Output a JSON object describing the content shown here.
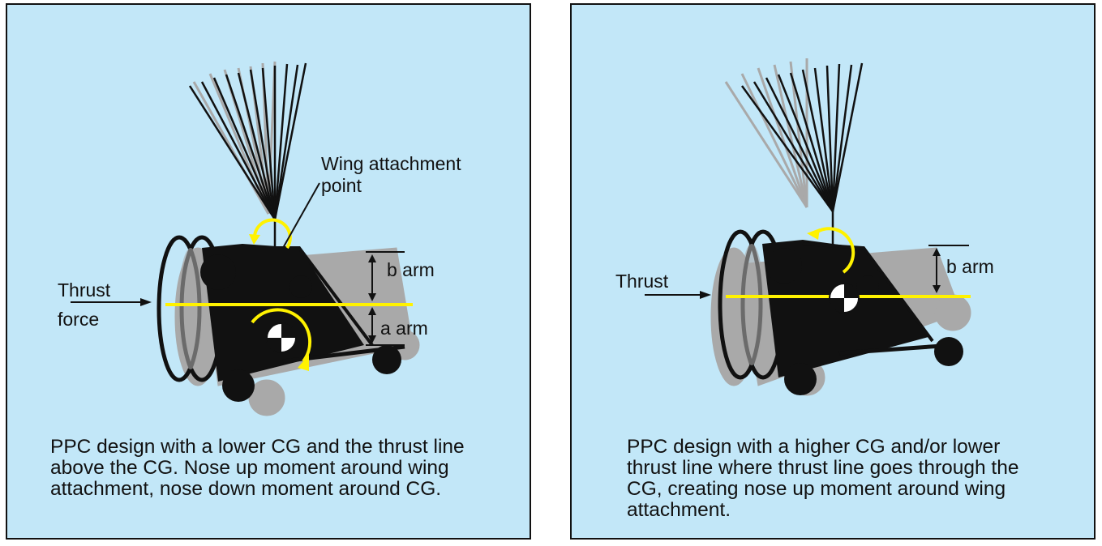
{
  "left_panel": {
    "labels": {
      "wing_line1": "Wing attachment",
      "wing_line2": "point",
      "thrust_line1": "Thrust",
      "thrust_line2": "force",
      "b_arm": "b arm",
      "a_arm": "a arm"
    },
    "caption": [
      "PPC design with a lower CG and the thrust line",
      "above the CG. Nose up moment around wing",
      "attachment, nose down moment around CG."
    ]
  },
  "right_panel": {
    "labels": {
      "thrust": "Thrust",
      "b_arm": "b arm"
    },
    "caption": [
      "PPC design with a higher CG and/or lower",
      "thrust line where thrust line goes through the",
      "CG, creating nose up moment around wing",
      "attachment."
    ]
  },
  "colors": {
    "background": "#c2e7f8",
    "thrust_line": "#fff200",
    "silhouette": "#111111",
    "ghost": "#a9a9a9"
  }
}
